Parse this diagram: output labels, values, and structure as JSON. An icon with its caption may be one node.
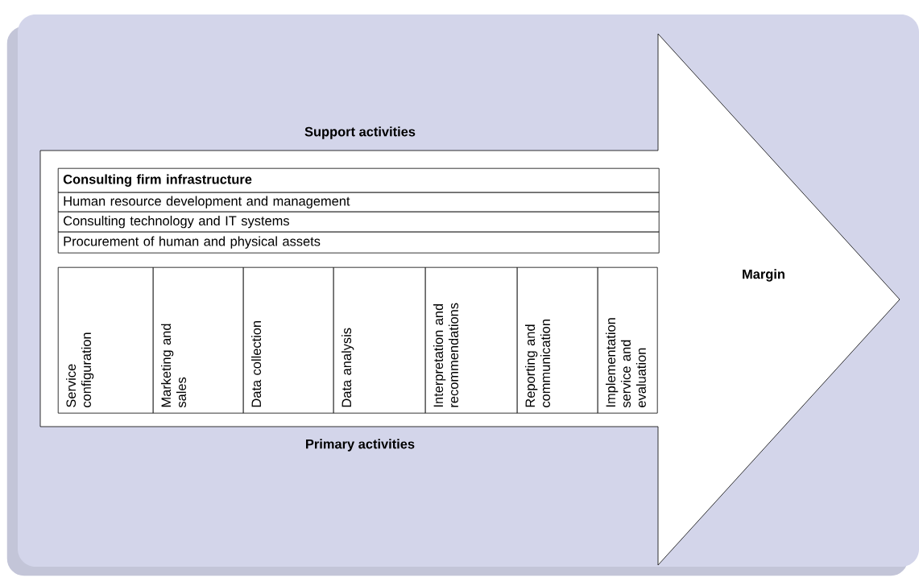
{
  "diagram": {
    "nodes": [
      {
        "text": [
          "Support activities",
          "Primary activities",
          "Margin"
        ]
      },
      {
        "text": [
          "Consulting firm infrastructure"
        ],
        "in": 0
      },
      {
        "text": [
          "Human resource development and management"
        ],
        "in": 0
      },
      {
        "text": [
          "Consulting technology and IT systems"
        ],
        "in": 0
      },
      {
        "text": [
          "Procurement of human and physical assets"
        ],
        "in": 0
      },
      {
        "text": [
          "Service configuration"
        ],
        "in": 0
      },
      {
        "text": [
          "Marketing and sales"
        ],
        "in": 0
      },
      {
        "text": [
          "Data collection"
        ],
        "in": 0
      },
      {
        "text": [
          "Data analysis"
        ],
        "in": 0
      },
      {
        "text": [
          "Interpretation and recommendations"
        ],
        "in": 0
      },
      {
        "text": [
          "Reporting and communication"
        ],
        "in": 0
      },
      {
        "text": [
          "Implementation service and evaluation"
        ],
        "in": 0
      }
    ]
  }
}
